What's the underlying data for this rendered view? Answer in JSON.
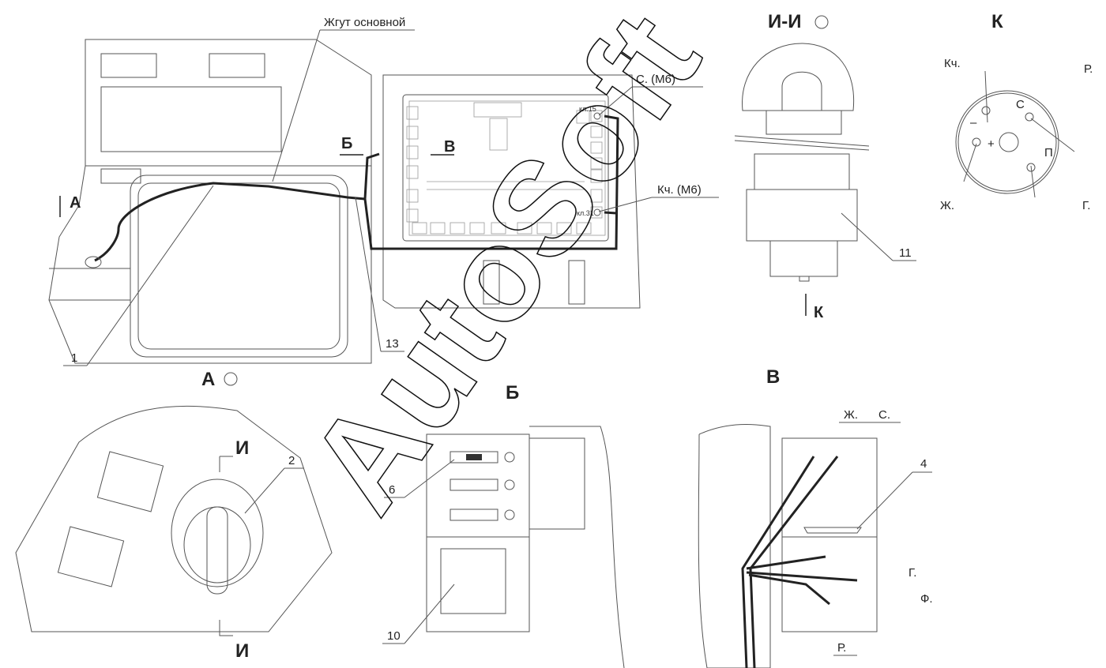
{
  "watermark": "AutoSoft",
  "main_view": {
    "harness_label": "Жгут основной",
    "terminal_c": "С. (М6)",
    "terminal_kch": "Кч. (М6)",
    "kl15": "кл.15",
    "kl31": "кл.31",
    "arrow_b": "Б",
    "arrow_v": "В",
    "arrow_a": "А",
    "callout_1": "1",
    "callout_13": "13"
  },
  "section_ii": {
    "title": "И-И",
    "callout_11": "11",
    "arrow_k": "К"
  },
  "view_k": {
    "title": "К",
    "kch": "Кч.",
    "r": "Р.",
    "c": "С",
    "minus": "–",
    "plus": "+",
    "p": "П",
    "zh": "Ж.",
    "g": "Г."
  },
  "view_a": {
    "title": "А",
    "section_top": "И",
    "section_bottom": "И",
    "callout_2": "2"
  },
  "view_b": {
    "title": "Б",
    "callout_6": "6",
    "callout_10": "10"
  },
  "view_v": {
    "title": "В",
    "zh": "Ж.",
    "s": "С.",
    "callout_4": "4",
    "g": "Г.",
    "f": "Ф.",
    "r": "Р."
  }
}
